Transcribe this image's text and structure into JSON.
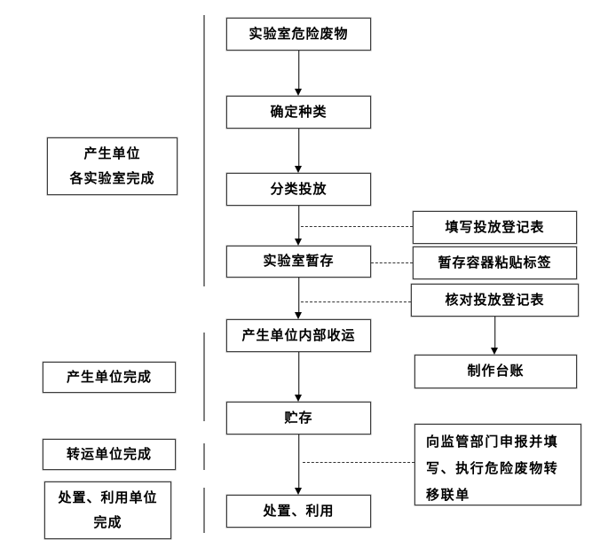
{
  "diagram": {
    "type": "flowchart",
    "language": "zh-CN",
    "main_flow": [
      "实验室危险废物",
      "确定种类",
      "分类投放",
      "实验室暂存",
      "产生单位内部收运",
      "贮存",
      "处置、利用"
    ],
    "stage_labels": [
      {
        "lines": [
          "产生单位",
          "各实验室完成"
        ]
      },
      {
        "lines": [
          "产生单位完成"
        ]
      },
      {
        "lines": [
          "转运单位完成"
        ]
      },
      {
        "lines": [
          "处置、利用单位",
          "完成"
        ]
      }
    ],
    "side_notes": [
      "填写投放登记表",
      "暂存容器粘贴标签",
      "核对投放登记表",
      "制作台账",
      "向监管部门申报并填写、执行危险废物转移联单"
    ],
    "colors": {
      "background": "#ffffff",
      "box_border": "#3d3d3d",
      "text": "#000000",
      "divider_line": "#7f7f7f",
      "arrow": "#000000",
      "dashed_connector": "#333333"
    }
  }
}
